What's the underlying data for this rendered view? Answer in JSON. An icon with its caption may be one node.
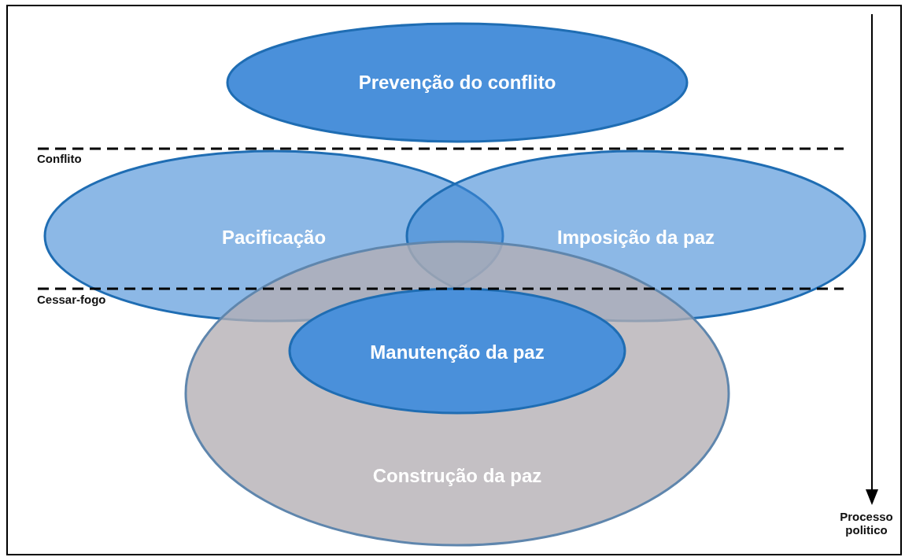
{
  "diagram": {
    "nodes": [
      {
        "text": [
          "Prevenção do conflito"
        ]
      },
      {
        "text": [
          "Pacificação"
        ]
      },
      {
        "text": [
          "Imposição da paz"
        ]
      },
      {
        "text": [
          "Construção da paz"
        ]
      },
      {
        "text": [
          "Manutenção da paz"
        ],
        "in": 3
      }
    ],
    "labels": [
      "Conflito",
      "Cessar-fogo",
      "Processo politico"
    ]
  }
}
